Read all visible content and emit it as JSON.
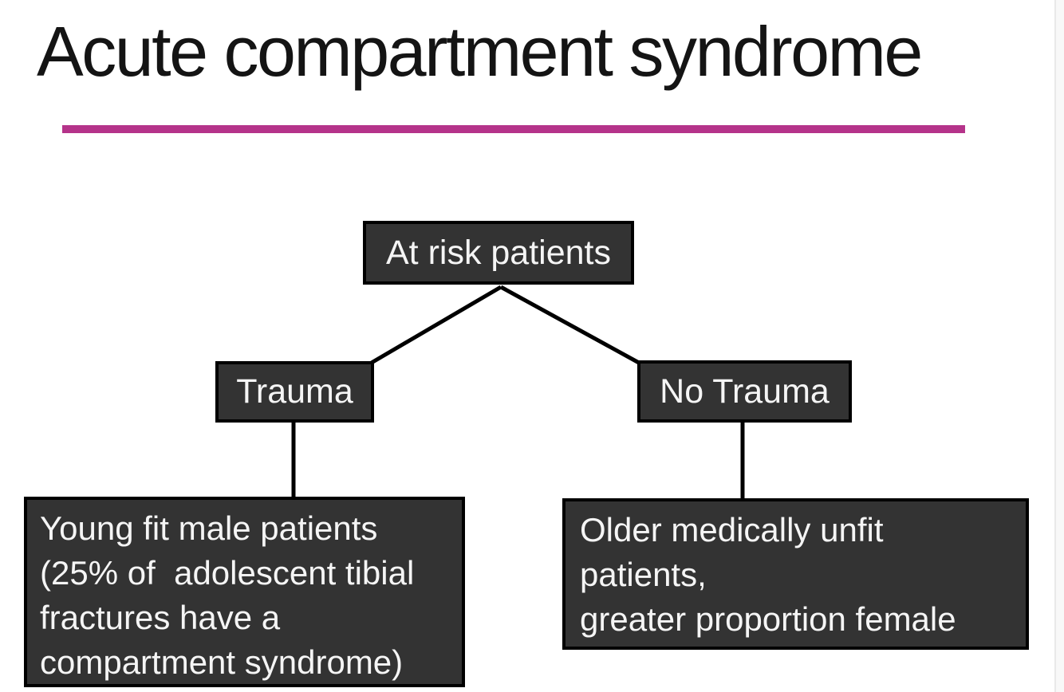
{
  "slide": {
    "title": "Acute compartment syndrome"
  },
  "theme": {
    "accent_color": "#b5338a",
    "title_color": "#141414",
    "node_fill": "#333333",
    "node_border": "#000000",
    "node_text": "#f5f5f5",
    "connector_color": "#000000"
  },
  "diagram": {
    "type": "tree",
    "root": {
      "label": "At risk patients"
    },
    "branches": [
      {
        "label": "Trauma",
        "detail": "Young fit male patients\n(25% of  adolescent tibial\nfractures have a\ncompartment syndrome)"
      },
      {
        "label": "No Trauma",
        "detail": "Older medically unfit\npatients,\ngreater proportion female"
      }
    ]
  }
}
